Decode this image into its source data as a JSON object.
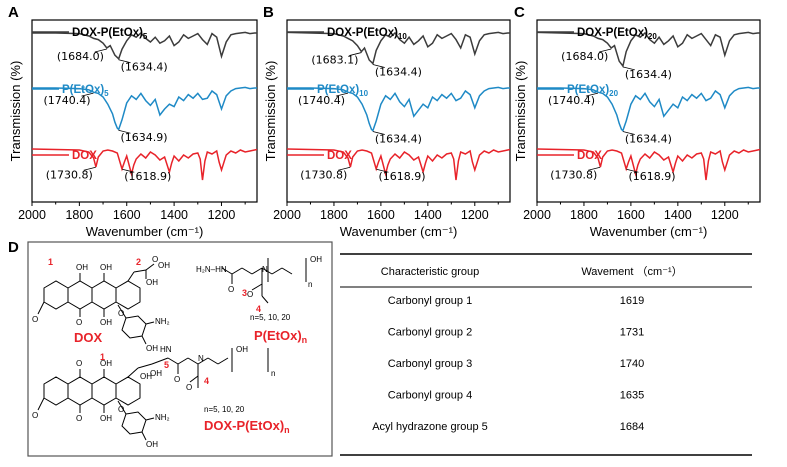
{
  "chart_data": [
    {
      "type": "line",
      "panel": "A",
      "xlabel": "Wavenumber (cm⁻¹)",
      "ylabel": "Transmission (%)",
      "xlim": [
        2000,
        1050
      ],
      "xticks": [
        2000,
        1800,
        1600,
        1400,
        1200
      ],
      "series": [
        {
          "name": "DOX-P(EtOx)5",
          "name_main": "DOX-P(EtOx)",
          "name_sub": "5",
          "color": "#3c3c3c",
          "offset": 0,
          "x": [
            2000,
            1900,
            1800,
            1760,
            1740,
            1720,
            1700,
            1684,
            1670,
            1650,
            1634,
            1620,
            1600,
            1580,
            1560,
            1540,
            1520,
            1500,
            1480,
            1460,
            1440,
            1420,
            1400,
            1380,
            1360,
            1340,
            1320,
            1300,
            1280,
            1260,
            1240,
            1220,
            1200,
            1180,
            1160,
            1140,
            1120,
            1100,
            1080,
            1060,
            1050
          ],
          "y": [
            0.05,
            0.05,
            0.06,
            0.1,
            0.14,
            0.16,
            0.22,
            0.3,
            0.26,
            0.42,
            0.48,
            0.32,
            0.18,
            0.08,
            0.12,
            0.05,
            0.14,
            0.2,
            0.12,
            0.22,
            0.18,
            0.1,
            0.26,
            0.2,
            0.08,
            0.14,
            0.1,
            0.06,
            0.16,
            0.24,
            0.06,
            0.12,
            0.44,
            0.2,
            0.08,
            0.06,
            0.05,
            0.04,
            0.06,
            0.05,
            0.05
          ]
        },
        {
          "name": "P(EtOx)5",
          "name_main": "P(EtOx)",
          "name_sub": "5",
          "color": "#1f8ac6",
          "offset": 1,
          "x": [
            2000,
            1900,
            1800,
            1760,
            1740,
            1720,
            1700,
            1680,
            1660,
            1650,
            1640,
            1634,
            1620,
            1600,
            1580,
            1560,
            1540,
            1520,
            1500,
            1480,
            1460,
            1440,
            1420,
            1400,
            1380,
            1360,
            1340,
            1320,
            1300,
            1280,
            1260,
            1240,
            1220,
            1200,
            1180,
            1160,
            1140,
            1120,
            1100,
            1080,
            1060,
            1050
          ],
          "y": [
            0.05,
            0.05,
            0.06,
            0.08,
            0.12,
            0.14,
            0.2,
            0.32,
            0.48,
            0.62,
            0.72,
            0.74,
            0.58,
            0.3,
            0.18,
            0.24,
            0.14,
            0.26,
            0.34,
            0.24,
            0.5,
            0.4,
            0.32,
            0.36,
            0.2,
            0.26,
            0.16,
            0.22,
            0.14,
            0.24,
            0.22,
            0.1,
            0.16,
            0.4,
            0.18,
            0.1,
            0.06,
            0.05,
            0.04,
            0.06,
            0.05,
            0.05
          ]
        },
        {
          "name": "DOX",
          "name_main": "DOX",
          "name_sub": "",
          "color": "#e8232a",
          "offset": 2,
          "x": [
            2000,
            1900,
            1800,
            1760,
            1740,
            1730,
            1720,
            1700,
            1680,
            1660,
            1640,
            1620,
            1610,
            1600,
            1580,
            1570,
            1560,
            1540,
            1520,
            1500,
            1480,
            1460,
            1440,
            1420,
            1410,
            1400,
            1380,
            1360,
            1340,
            1320,
            1300,
            1290,
            1280,
            1270,
            1260,
            1240,
            1220,
            1210,
            1200,
            1180,
            1160,
            1140,
            1120,
            1100,
            1080,
            1060,
            1050
          ],
          "y": [
            0.04,
            0.05,
            0.06,
            0.1,
            0.22,
            0.4,
            0.2,
            0.08,
            0.06,
            0.08,
            0.12,
            0.44,
            0.3,
            0.18,
            0.54,
            0.36,
            0.24,
            0.14,
            0.22,
            0.1,
            0.16,
            0.26,
            0.2,
            0.5,
            0.32,
            0.18,
            0.28,
            0.16,
            0.22,
            0.14,
            0.12,
            0.24,
            0.66,
            0.28,
            0.1,
            0.14,
            0.08,
            0.3,
            0.46,
            0.16,
            0.08,
            0.12,
            0.06,
            0.1,
            0.08,
            0.06,
            0.05
          ]
        }
      ],
      "annotations": [
        {
          "text": "(1684.0)",
          "x": 1684,
          "series": 0
        },
        {
          "text": "(1634.4)",
          "x": 1634.4,
          "series": 0
        },
        {
          "text": "(1740.4)",
          "x": 1740.4,
          "series": 1
        },
        {
          "text": "(1634.9)",
          "x": 1634.9,
          "series": 1
        },
        {
          "text": "(1730.8)",
          "x": 1730.8,
          "series": 2
        },
        {
          "text": "(1618.9)",
          "x": 1618.9,
          "series": 2
        }
      ]
    },
    {
      "type": "line",
      "panel": "B",
      "xlabel": "Wavenumber (cm⁻¹)",
      "ylabel": "Transmission (%)",
      "xlim": [
        2000,
        1050
      ],
      "xticks": [
        2000,
        1800,
        1600,
        1400,
        1200
      ],
      "series": [
        {
          "name": "DOX-P(EtOx)10",
          "name_main": "DOX-P(EtOx)",
          "name_sub": "10",
          "color": "#3c3c3c",
          "offset": 0,
          "x": [
            2000,
            1900,
            1800,
            1760,
            1740,
            1720,
            1700,
            1683,
            1670,
            1650,
            1634,
            1620,
            1600,
            1580,
            1560,
            1540,
            1520,
            1500,
            1480,
            1460,
            1440,
            1420,
            1400,
            1380,
            1360,
            1340,
            1320,
            1300,
            1280,
            1260,
            1240,
            1220,
            1200,
            1180,
            1160,
            1140,
            1120,
            1100,
            1080,
            1060,
            1050
          ],
          "y": [
            0.04,
            0.05,
            0.06,
            0.1,
            0.14,
            0.18,
            0.26,
            0.36,
            0.3,
            0.5,
            0.56,
            0.34,
            0.18,
            0.08,
            0.12,
            0.05,
            0.16,
            0.22,
            0.12,
            0.24,
            0.18,
            0.1,
            0.28,
            0.22,
            0.08,
            0.14,
            0.1,
            0.06,
            0.16,
            0.3,
            0.08,
            0.12,
            0.4,
            0.18,
            0.08,
            0.06,
            0.05,
            0.04,
            0.06,
            0.05,
            0.05
          ]
        },
        {
          "name": "P(EtOx)10",
          "name_main": "P(EtOx)",
          "name_sub": "10",
          "color": "#1f8ac6",
          "offset": 1,
          "x": [
            2000,
            1900,
            1800,
            1760,
            1740,
            1720,
            1700,
            1680,
            1660,
            1650,
            1640,
            1634,
            1620,
            1600,
            1580,
            1560,
            1540,
            1520,
            1500,
            1480,
            1460,
            1440,
            1420,
            1400,
            1380,
            1360,
            1340,
            1320,
            1300,
            1280,
            1260,
            1240,
            1220,
            1200,
            1180,
            1160,
            1140,
            1120,
            1100,
            1080,
            1060,
            1050
          ],
          "y": [
            0.05,
            0.05,
            0.06,
            0.08,
            0.12,
            0.14,
            0.2,
            0.32,
            0.5,
            0.64,
            0.74,
            0.76,
            0.6,
            0.32,
            0.18,
            0.24,
            0.14,
            0.28,
            0.36,
            0.24,
            0.52,
            0.42,
            0.32,
            0.38,
            0.2,
            0.26,
            0.16,
            0.22,
            0.14,
            0.26,
            0.22,
            0.1,
            0.16,
            0.38,
            0.18,
            0.1,
            0.06,
            0.05,
            0.04,
            0.06,
            0.05,
            0.05
          ]
        },
        {
          "name": "DOX",
          "name_main": "DOX",
          "name_sub": "",
          "color": "#e8232a",
          "offset": 2,
          "x": [
            2000,
            1900,
            1800,
            1760,
            1740,
            1730,
            1720,
            1700,
            1680,
            1660,
            1640,
            1620,
            1610,
            1600,
            1580,
            1570,
            1560,
            1540,
            1520,
            1500,
            1480,
            1460,
            1440,
            1420,
            1410,
            1400,
            1380,
            1360,
            1340,
            1320,
            1300,
            1290,
            1280,
            1270,
            1260,
            1240,
            1220,
            1210,
            1200,
            1180,
            1160,
            1140,
            1120,
            1100,
            1080,
            1060,
            1050
          ],
          "y": [
            0.04,
            0.05,
            0.06,
            0.1,
            0.22,
            0.4,
            0.2,
            0.08,
            0.06,
            0.08,
            0.12,
            0.44,
            0.3,
            0.18,
            0.54,
            0.36,
            0.24,
            0.14,
            0.22,
            0.1,
            0.16,
            0.26,
            0.2,
            0.5,
            0.32,
            0.18,
            0.28,
            0.16,
            0.22,
            0.14,
            0.12,
            0.24,
            0.66,
            0.28,
            0.1,
            0.14,
            0.08,
            0.3,
            0.46,
            0.16,
            0.08,
            0.12,
            0.06,
            0.1,
            0.08,
            0.06,
            0.05
          ]
        }
      ],
      "annotations": [
        {
          "text": "(1683.1)",
          "x": 1683.1,
          "series": 0
        },
        {
          "text": "(1634.4)",
          "x": 1634.4,
          "series": 0
        },
        {
          "text": "(1740.4)",
          "x": 1740.4,
          "series": 1
        },
        {
          "text": "(1634.4)",
          "x": 1634.4,
          "series": 1
        },
        {
          "text": "(1730.8)",
          "x": 1730.8,
          "series": 2
        },
        {
          "text": "(1618.9)",
          "x": 1618.9,
          "series": 2
        }
      ]
    },
    {
      "type": "line",
      "panel": "C",
      "xlabel": "Wavenumber (cm⁻¹)",
      "ylabel": "Transmission (%)",
      "xlim": [
        2000,
        1050
      ],
      "xticks": [
        2000,
        1800,
        1600,
        1400,
        1200
      ],
      "series": [
        {
          "name": "DOX-P(EtOx)20",
          "name_main": "DOX-P(EtOx)",
          "name_sub": "20",
          "color": "#3c3c3c",
          "offset": 0,
          "x": [
            2000,
            1900,
            1800,
            1760,
            1740,
            1720,
            1700,
            1684,
            1670,
            1650,
            1634,
            1620,
            1600,
            1580,
            1560,
            1540,
            1520,
            1500,
            1480,
            1460,
            1440,
            1420,
            1400,
            1380,
            1360,
            1340,
            1320,
            1300,
            1280,
            1260,
            1240,
            1220,
            1200,
            1180,
            1160,
            1140,
            1120,
            1100,
            1080,
            1060,
            1050
          ],
          "y": [
            0.04,
            0.05,
            0.06,
            0.1,
            0.14,
            0.16,
            0.22,
            0.3,
            0.26,
            0.52,
            0.6,
            0.36,
            0.18,
            0.08,
            0.12,
            0.05,
            0.16,
            0.22,
            0.12,
            0.24,
            0.18,
            0.1,
            0.28,
            0.22,
            0.08,
            0.14,
            0.1,
            0.06,
            0.16,
            0.26,
            0.08,
            0.12,
            0.42,
            0.18,
            0.08,
            0.06,
            0.05,
            0.04,
            0.06,
            0.05,
            0.05
          ]
        },
        {
          "name": "P(EtOx)20",
          "name_main": "P(EtOx)",
          "name_sub": "20",
          "color": "#1f8ac6",
          "offset": 1,
          "x": [
            2000,
            1900,
            1800,
            1760,
            1740,
            1720,
            1700,
            1680,
            1660,
            1650,
            1640,
            1634,
            1620,
            1600,
            1580,
            1560,
            1540,
            1520,
            1500,
            1480,
            1460,
            1440,
            1420,
            1400,
            1380,
            1360,
            1340,
            1320,
            1300,
            1280,
            1260,
            1240,
            1220,
            1200,
            1180,
            1160,
            1140,
            1120,
            1100,
            1080,
            1060,
            1050
          ],
          "y": [
            0.05,
            0.05,
            0.06,
            0.08,
            0.12,
            0.14,
            0.2,
            0.32,
            0.5,
            0.64,
            0.74,
            0.76,
            0.6,
            0.32,
            0.18,
            0.24,
            0.14,
            0.28,
            0.36,
            0.24,
            0.52,
            0.42,
            0.32,
            0.38,
            0.2,
            0.26,
            0.16,
            0.22,
            0.14,
            0.26,
            0.22,
            0.1,
            0.16,
            0.38,
            0.18,
            0.1,
            0.06,
            0.05,
            0.04,
            0.06,
            0.05,
            0.05
          ]
        },
        {
          "name": "DOX",
          "name_main": "DOX",
          "name_sub": "",
          "color": "#e8232a",
          "offset": 2,
          "x": [
            2000,
            1900,
            1800,
            1760,
            1740,
            1730,
            1720,
            1700,
            1680,
            1660,
            1640,
            1620,
            1610,
            1600,
            1580,
            1570,
            1560,
            1540,
            1520,
            1500,
            1480,
            1460,
            1440,
            1420,
            1410,
            1400,
            1380,
            1360,
            1340,
            1320,
            1300,
            1290,
            1280,
            1270,
            1260,
            1240,
            1220,
            1210,
            1200,
            1180,
            1160,
            1140,
            1120,
            1100,
            1080,
            1060,
            1050
          ],
          "y": [
            0.04,
            0.05,
            0.06,
            0.1,
            0.22,
            0.4,
            0.2,
            0.08,
            0.06,
            0.08,
            0.12,
            0.44,
            0.3,
            0.18,
            0.54,
            0.36,
            0.24,
            0.14,
            0.22,
            0.1,
            0.16,
            0.26,
            0.2,
            0.5,
            0.32,
            0.18,
            0.28,
            0.16,
            0.22,
            0.14,
            0.12,
            0.24,
            0.66,
            0.28,
            0.1,
            0.14,
            0.08,
            0.3,
            0.46,
            0.16,
            0.08,
            0.12,
            0.06,
            0.1,
            0.08,
            0.06,
            0.05
          ]
        }
      ],
      "annotations": [
        {
          "text": "(1684.0)",
          "x": 1684,
          "series": 0
        },
        {
          "text": "(1634.4)",
          "x": 1634.4,
          "series": 0
        },
        {
          "text": "(1740.4)",
          "x": 1740.4,
          "series": 1
        },
        {
          "text": "(1634.4)",
          "x": 1634.4,
          "series": 1
        },
        {
          "text": "(1730.8)",
          "x": 1730.8,
          "series": 2
        },
        {
          "text": "(1618.9)",
          "x": 1618.9,
          "series": 2
        }
      ]
    },
    {
      "type": "table",
      "panel": "D",
      "columns": [
        "Characteristic group",
        "Wavement （cm⁻¹）"
      ],
      "rows": [
        [
          "Carbonyl group 1",
          "1619"
        ],
        [
          "Carbonyl group 2",
          "1731"
        ],
        [
          "Carbonyl group 3",
          "1740"
        ],
        [
          "Carbonyl group 4",
          "1635"
        ],
        [
          "Acyl hydrazone group 5",
          "1684"
        ]
      ]
    }
  ],
  "structures": {
    "dox_label": "DOX",
    "peox_label_main": "P(EtOx)",
    "peox_label_sub": "n",
    "conj_label_main": "DOX-P(EtOx)",
    "conj_label_sub": "n",
    "n_values": "n=5, 10, 20",
    "n_values_2": "n=5, 10, 20",
    "numbers": {
      "one": "1",
      "two": "2",
      "three": "3",
      "four": "4",
      "five": "5",
      "one_b": "1",
      "four_b": "4"
    },
    "atoms": {
      "oh": "OH",
      "nh2": "NH₂",
      "o": "O",
      "n": "N",
      "nh": "HN",
      "h2n_hn": "H₂N–HN",
      "n_sub": "n"
    }
  },
  "colors": {
    "dox": "#e8232a",
    "peox": "#1f8ac6",
    "conj": "#3c3c3c",
    "accent_red": "#e8232a"
  }
}
